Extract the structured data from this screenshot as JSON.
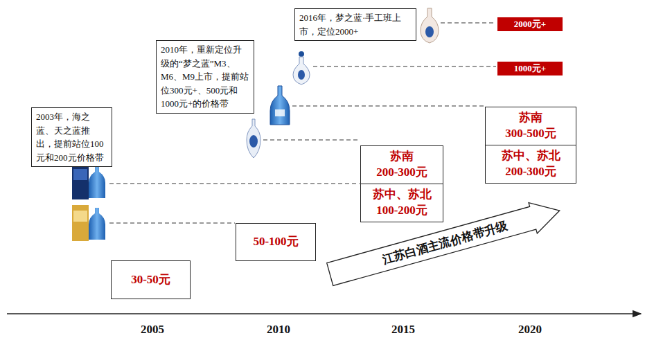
{
  "diagram": {
    "nodes": [
      {
        "text": [
          "2016年，梦之蓝·手工班上市，定位2000+"
        ]
      },
      {
        "text": [
          "2000元+"
        ]
      },
      {
        "text": [
          "2010年，重新定位升级的“梦之蓝”M3、M6、M9上市，提前站位300元+、500元和1000元+的价格带"
        ]
      },
      {
        "text": [
          "1000元+"
        ]
      },
      {
        "text": [
          "苏南",
          "300-500元"
        ]
      },
      {
        "text": [
          "2003年，海之蓝、天之蓝推出，提前站位100元和200元价格带"
        ]
      },
      {
        "text": [
          "苏中、苏北",
          "200-300元"
        ]
      },
      {
        "text": [
          "苏南",
          "200-300元"
        ]
      },
      {
        "text": [
          "苏中、苏北",
          "100-200元"
        ]
      },
      {
        "text": [
          "50-100元"
        ]
      },
      {
        "text": [
          "江苏白酒主流价格带升级"
        ]
      },
      {
        "text": [
          "30-50元"
        ]
      }
    ],
    "labels": [
      "2005",
      "2010",
      "2015",
      "2020"
    ]
  }
}
